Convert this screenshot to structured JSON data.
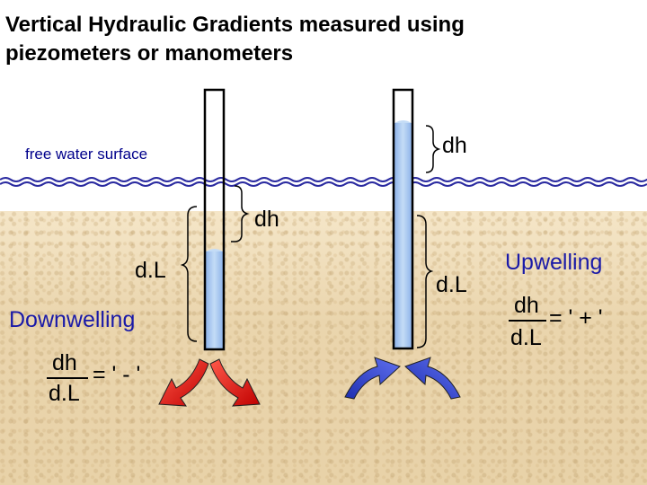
{
  "title": "Vertical Hydraulic Gradients measured using\npiezometers or manometers",
  "labels": {
    "free_water_surface": "free water surface",
    "dh_right": "dh",
    "dh_left": "dh",
    "dL_left": "d.L",
    "dL_right": "d.L"
  },
  "downwelling": {
    "heading": "Downwelling",
    "numerator": "dh",
    "denominator": "d.L",
    "sign": "= ' - '"
  },
  "upwelling": {
    "heading": "Upwelling",
    "numerator": "dh",
    "denominator": "d.L",
    "sign": "= ' + '"
  },
  "colors": {
    "water": "#a9c9ef",
    "water_line": "#2a2aa0",
    "downwelling_arrow": "#e02020",
    "upwelling_arrow": "#3030c8",
    "sand": "#ead5ad"
  }
}
